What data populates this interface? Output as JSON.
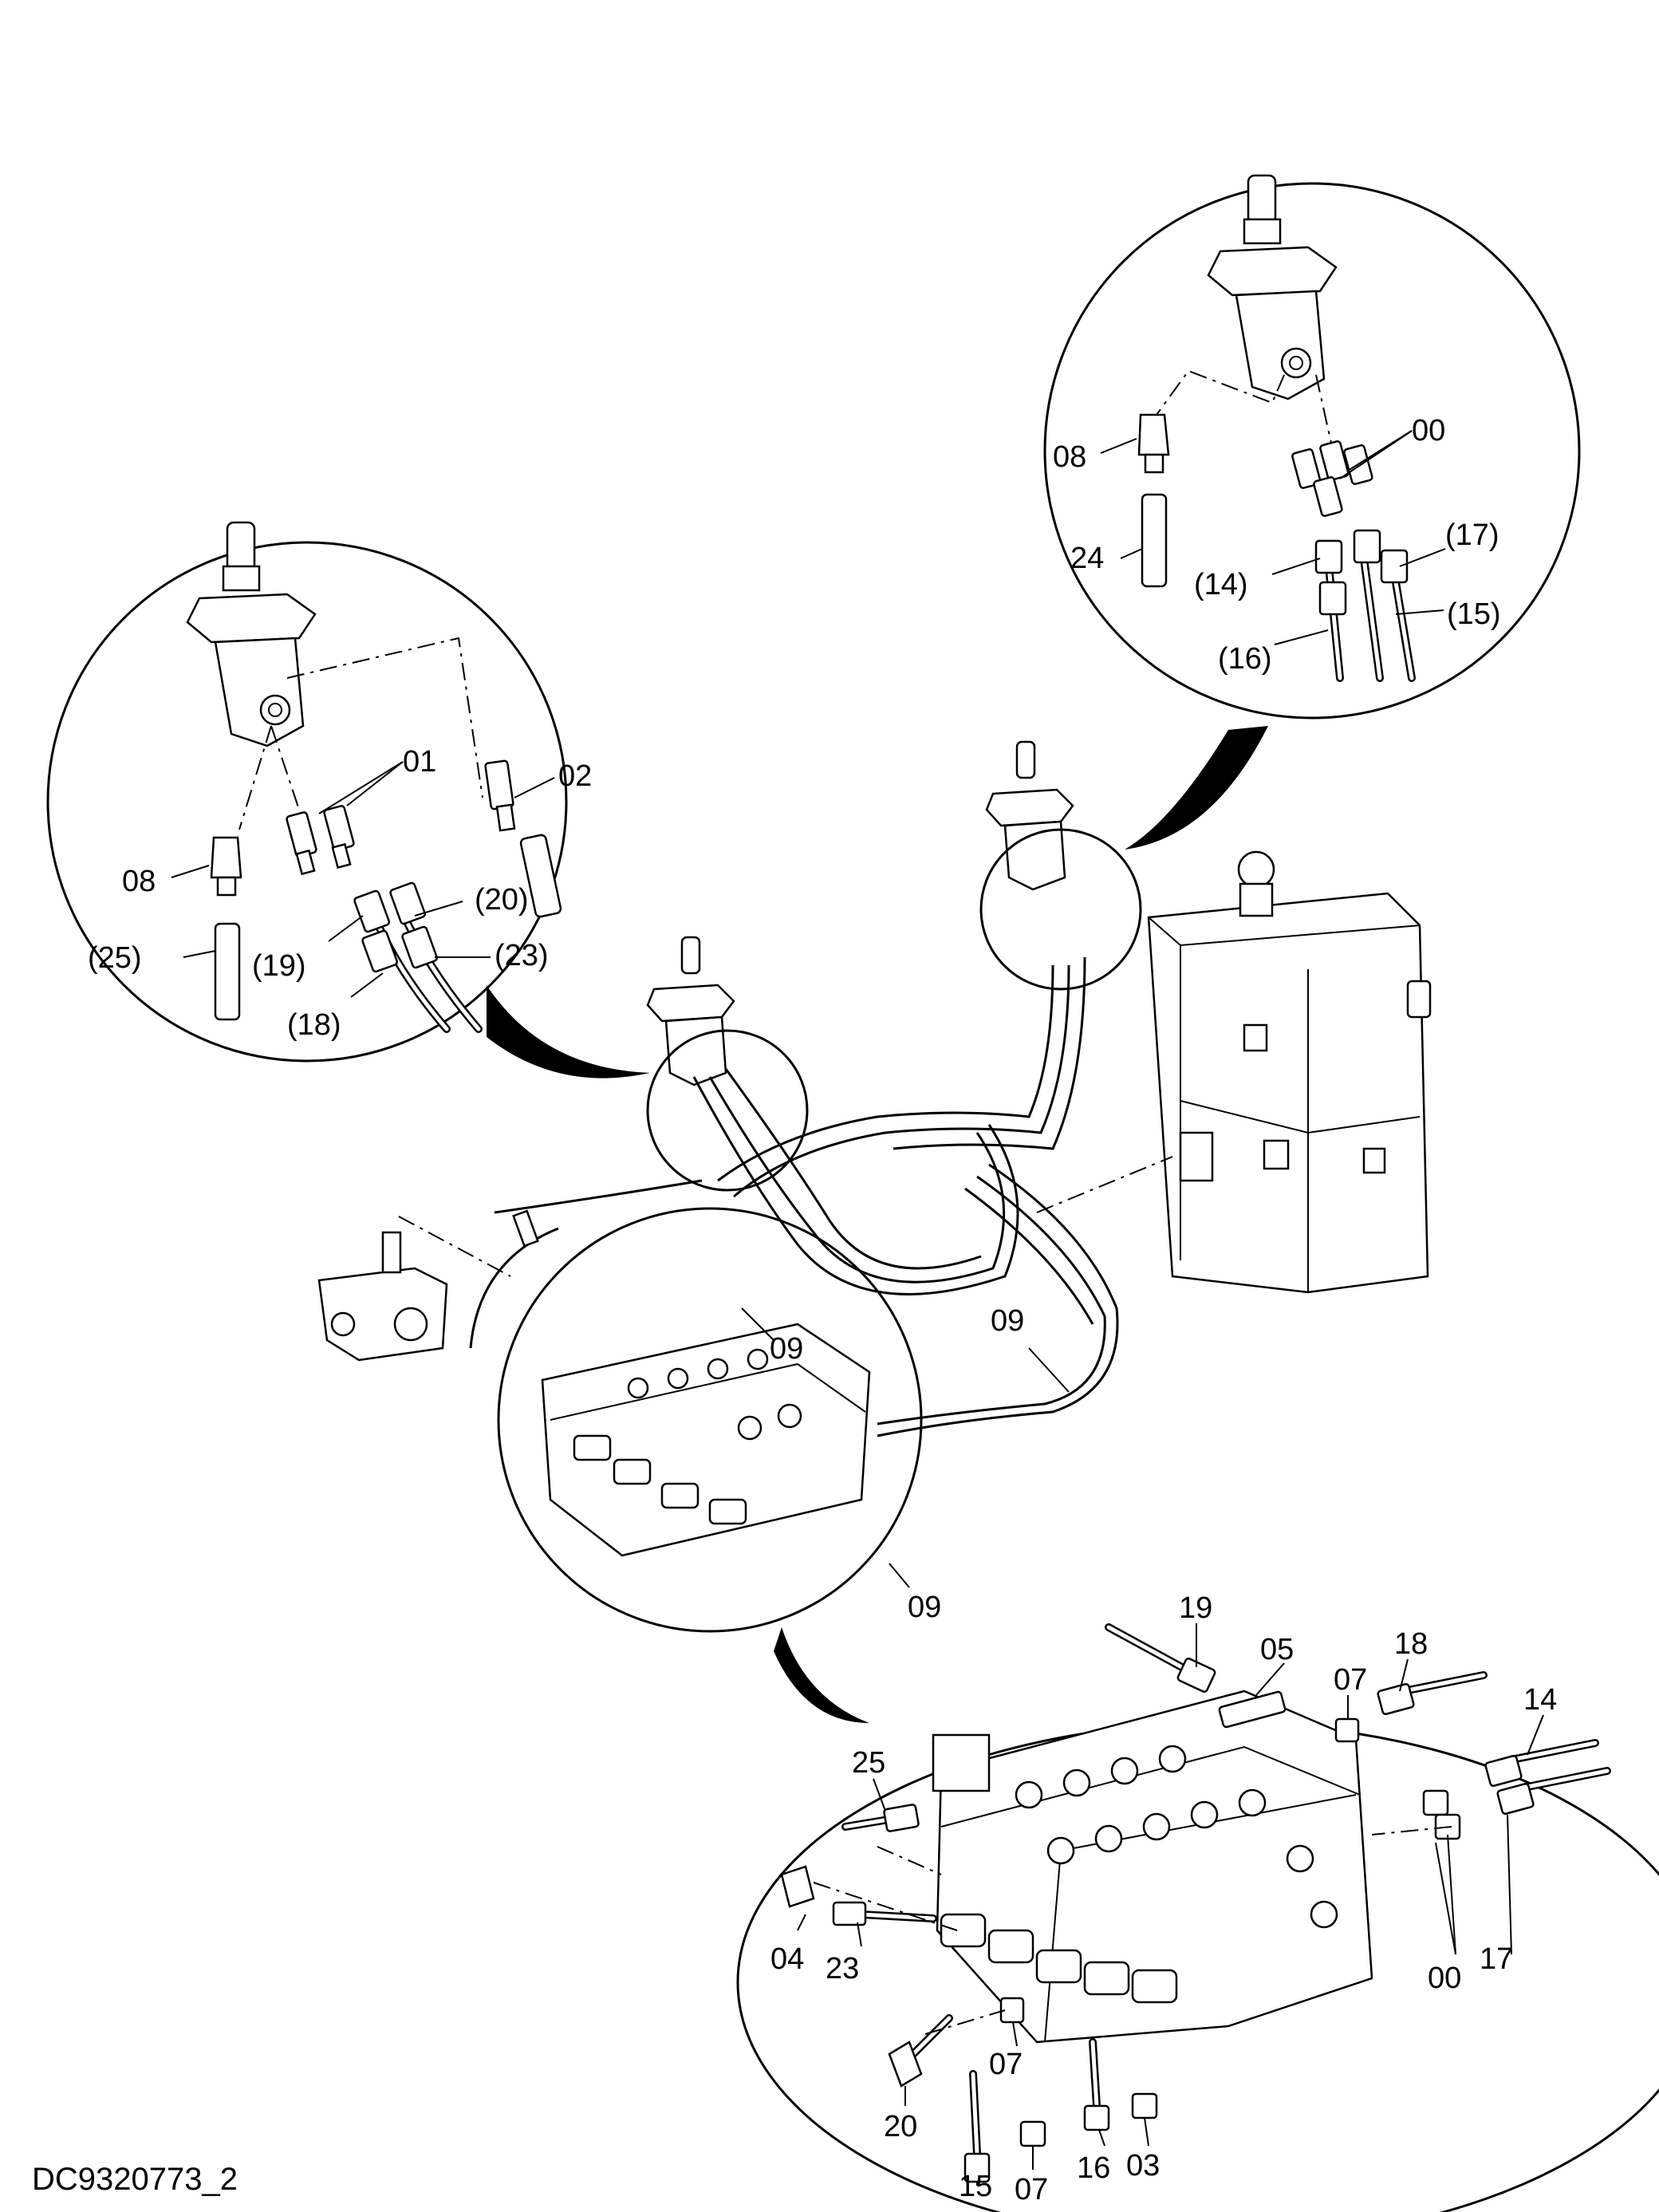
{
  "document_id": "DC9320773_2",
  "callouts": {
    "left_detail": [
      "01",
      "02",
      "08",
      "(25)",
      "(19)",
      "(20)",
      "(23)",
      "(18)"
    ],
    "right_detail": [
      "08",
      "00",
      "24",
      "(17)",
      "(14)",
      "(15)",
      "(16)"
    ],
    "main_view": [
      "09",
      "09",
      "09"
    ],
    "valve_detail": [
      "19",
      "05",
      "07",
      "18",
      "14",
      "25",
      "04",
      "23",
      "00",
      "17",
      "07",
      "20",
      "07",
      "16",
      "03",
      "15"
    ]
  },
  "colors": {
    "line": "#000000",
    "background": "#ffffff"
  }
}
